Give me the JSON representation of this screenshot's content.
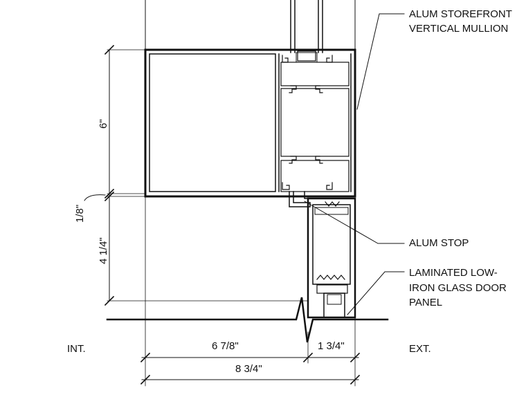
{
  "callouts": {
    "mullion_line1": "ALUM STOREFRONT",
    "mullion_line2": "VERTICAL MULLION",
    "stop": "ALUM STOP",
    "glass_line1": "LAMINATED LOW-",
    "glass_line2": "IRON GLASS DOOR",
    "glass_line3": "PANEL"
  },
  "dimensions": {
    "height_top": "6\"",
    "gap": "1/8\"",
    "height_lower": "4 1/4\"",
    "width_left": "6 7/8\"",
    "width_right": "1 3/4\"",
    "width_total": "8 3/4\""
  },
  "side_labels": {
    "interior": "INT.",
    "exterior": "EXT."
  }
}
